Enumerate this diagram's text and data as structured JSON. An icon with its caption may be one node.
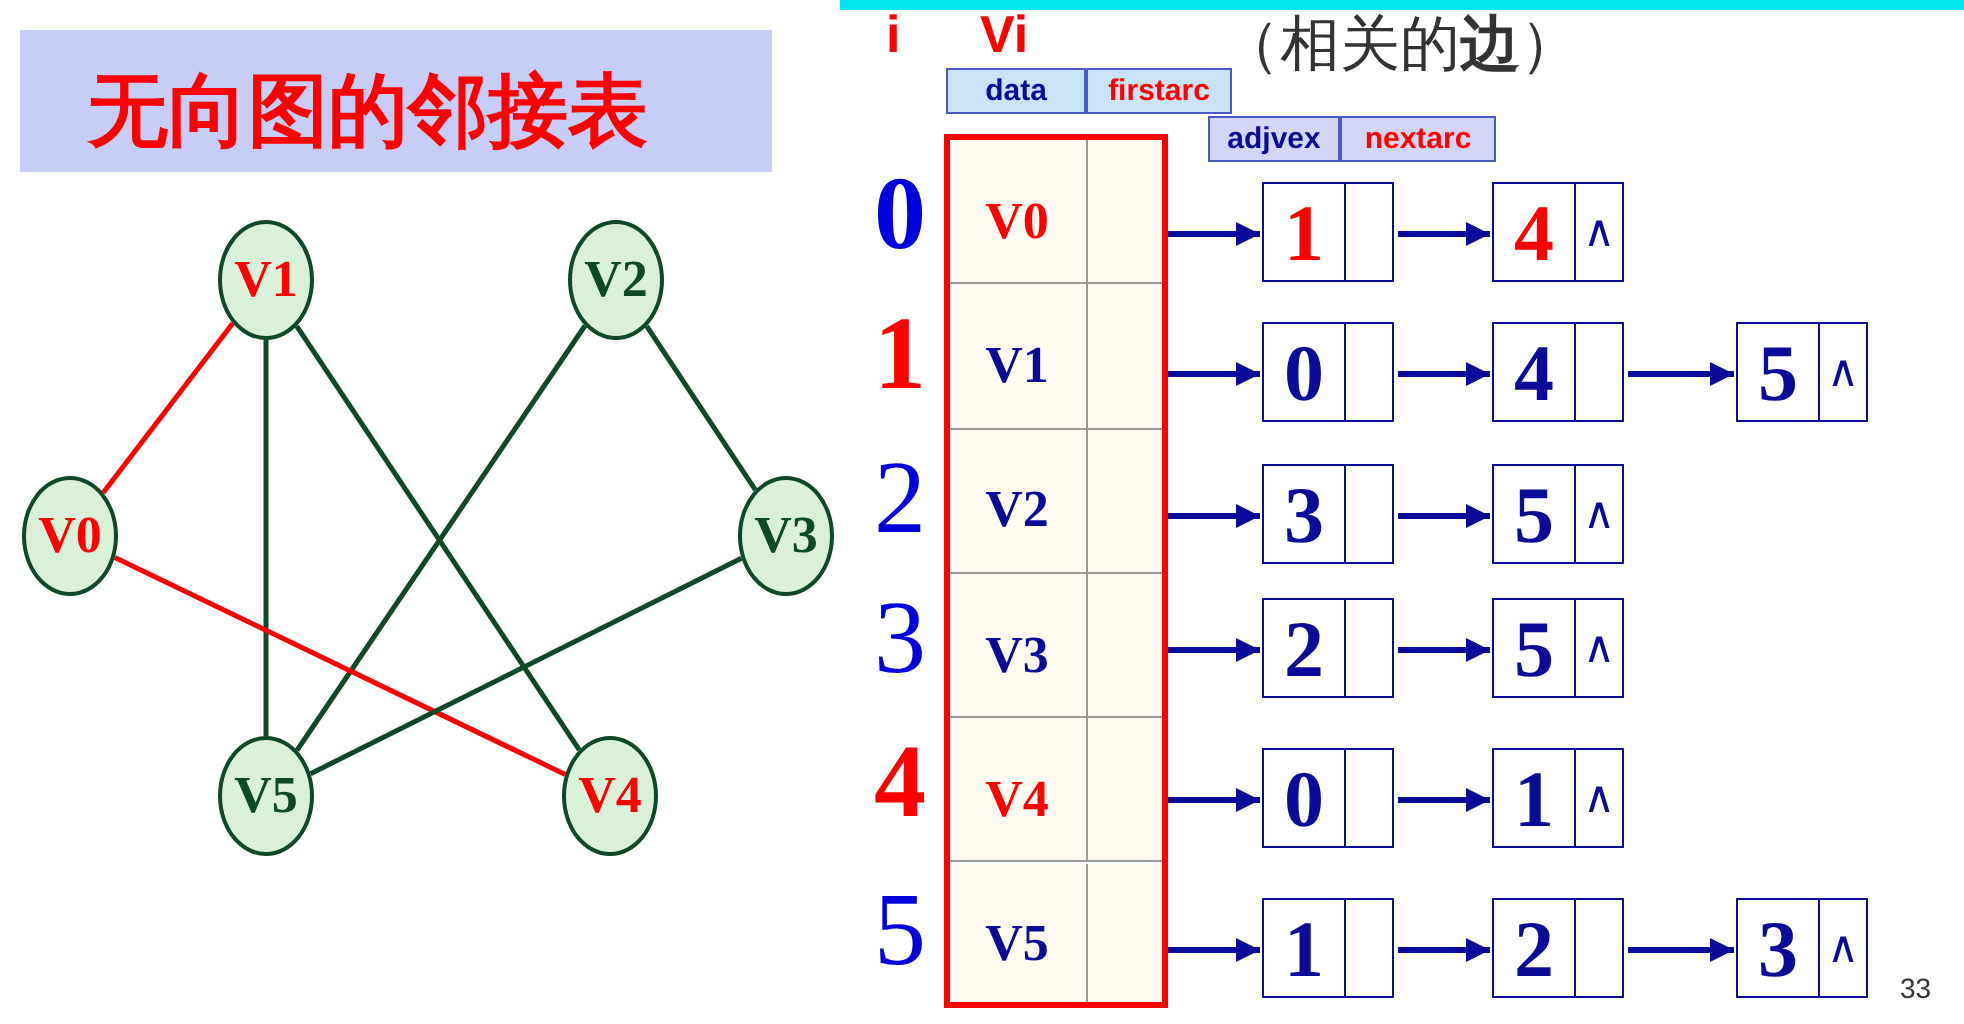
{
  "diagram": {
    "title": "无向图的邻接表",
    "nodes": [
      {
        "text": [
          "V1"
        ]
      },
      {
        "text": [
          "V2"
        ]
      },
      {
        "text": [
          "V0"
        ]
      },
      {
        "text": [
          "V3"
        ]
      },
      {
        "text": [
          "V5"
        ]
      },
      {
        "text": [
          "V4"
        ]
      },
      {
        "text": [
          "data"
        ]
      },
      {
        "text": [
          "firstarc"
        ]
      },
      {
        "text": [
          "adjvex"
        ]
      },
      {
        "text": [
          "nextarc"
        ]
      },
      {
        "text": [
          "V0"
        ]
      },
      {
        "text": [
          "V1"
        ]
      },
      {
        "text": [
          "V2"
        ]
      },
      {
        "text": [
          "V3"
        ]
      },
      {
        "text": [
          "V4"
        ]
      },
      {
        "text": [
          "V5"
        ]
      },
      {
        "text": [
          "1"
        ]
      },
      {
        "text": [
          "4",
          "∧"
        ]
      },
      {
        "text": [
          "0"
        ]
      },
      {
        "text": [
          "4"
        ]
      },
      {
        "text": [
          "5",
          "∧"
        ]
      },
      {
        "text": [
          "3"
        ]
      },
      {
        "text": [
          "5",
          "∧"
        ]
      },
      {
        "text": [
          "2"
        ]
      },
      {
        "text": [
          "5",
          "∧"
        ]
      },
      {
        "text": [
          "0"
        ]
      },
      {
        "text": [
          "1",
          "∧"
        ]
      },
      {
        "text": [
          "1"
        ]
      },
      {
        "text": [
          "2"
        ]
      },
      {
        "text": [
          "3",
          "∧"
        ]
      }
    ],
    "edges": [
      {
        "from": 0,
        "to": 2,
        "arrow": "none",
        "color": "#ff0000"
      },
      {
        "from": 0,
        "to": 4,
        "arrow": "none",
        "color": "#0e4a27"
      },
      {
        "from": 0,
        "to": 5,
        "arrow": "none",
        "color": "#0e4a27"
      },
      {
        "from": 1,
        "to": 4,
        "arrow": "none",
        "color": "#0e4a27"
      },
      {
        "from": 1,
        "to": 3,
        "arrow": "none",
        "color": "#0e4a27"
      },
      {
        "from": 2,
        "to": 5,
        "arrow": "none",
        "color": "#ff0000"
      },
      {
        "from": 3,
        "to": 4,
        "arrow": "none",
        "color": "#0e4a27"
      },
      {
        "from": 10,
        "to": 16,
        "arrow": "to"
      },
      {
        "from": 16,
        "to": 17,
        "arrow": "to"
      },
      {
        "from": 11,
        "to": 18,
        "arrow": "to"
      },
      {
        "from": 18,
        "to": 19,
        "arrow": "to"
      },
      {
        "from": 19,
        "to": 20,
        "arrow": "to"
      },
      {
        "from": 12,
        "to": 21,
        "arrow": "to"
      },
      {
        "from": 21,
        "to": 22,
        "arrow": "to"
      },
      {
        "from": 13,
        "to": 23,
        "arrow": "to"
      },
      {
        "from": 23,
        "to": 24,
        "arrow": "to"
      },
      {
        "from": 14,
        "to": 25,
        "arrow": "to"
      },
      {
        "from": 25,
        "to": 26,
        "arrow": "to"
      },
      {
        "from": 15,
        "to": 27,
        "arrow": "to"
      },
      {
        "from": 27,
        "to": 28,
        "arrow": "to"
      },
      {
        "from": 28,
        "to": 29,
        "arrow": "to"
      }
    ],
    "labels": [
      "i",
      "Vi",
      "（相关的**边**）",
      "0",
      "1",
      "2",
      "3",
      "4",
      "5",
      "33"
    ]
  }
}
